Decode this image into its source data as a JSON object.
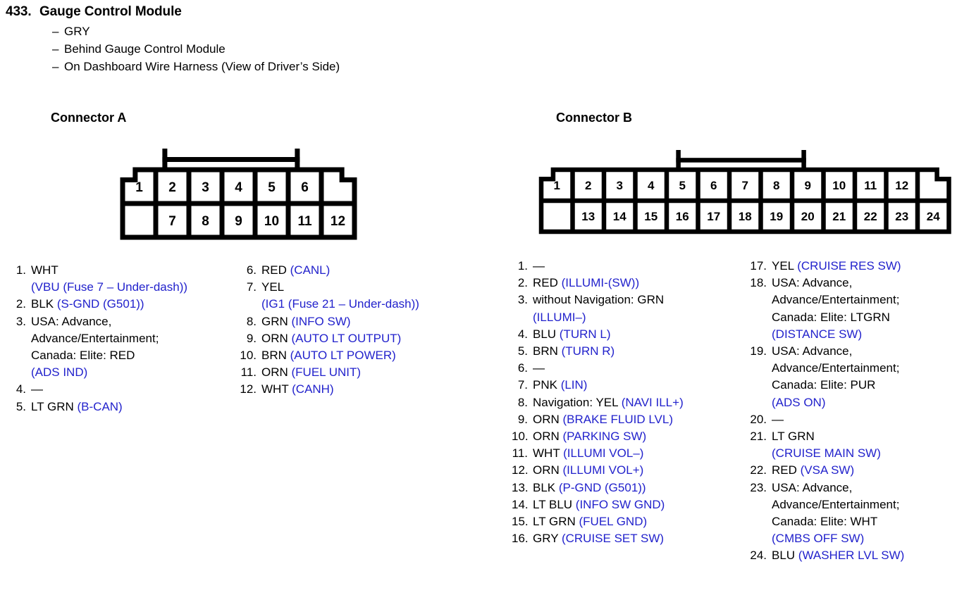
{
  "header": {
    "number": "433.",
    "title": "Gauge Control Module",
    "notes": [
      "GRY",
      "Behind Gauge Control Module",
      "On Dashboard Wire Harness (View of Driver’s Side)"
    ],
    "dash": "–"
  },
  "colors": {
    "signal_blue": "#2222cc",
    "text_black": "#000000",
    "background": "#ffffff"
  },
  "connector_a": {
    "heading": "Connector A",
    "top_row": [
      "1",
      "2",
      "3",
      "4",
      "5",
      "6"
    ],
    "bottom_row": [
      "7",
      "8",
      "9",
      "10",
      "11",
      "12"
    ],
    "pins": [
      {
        "n": "1.",
        "lines": [
          {
            "wire": "WHT",
            "sig": ""
          },
          {
            "wire": "",
            "sig": "(VBU (Fuse 7 – Under-dash))"
          }
        ]
      },
      {
        "n": "2.",
        "lines": [
          {
            "wire": "BLK ",
            "sig": "(S-GND (G501))"
          }
        ]
      },
      {
        "n": "3.",
        "lines": [
          {
            "wire": "USA: Advance,",
            "sig": ""
          },
          {
            "wire": "Advance/Entertainment;",
            "sig": ""
          },
          {
            "wire": "Canada: Elite: RED",
            "sig": ""
          },
          {
            "wire": "",
            "sig": "(ADS IND)"
          }
        ]
      },
      {
        "n": "4.",
        "lines": [
          {
            "wire": "—",
            "sig": ""
          }
        ]
      },
      {
        "n": "5.",
        "lines": [
          {
            "wire": "LT GRN ",
            "sig": "(B-CAN)"
          }
        ]
      },
      {
        "n": "6.",
        "lines": [
          {
            "wire": "RED ",
            "sig": "(CANL)"
          }
        ]
      },
      {
        "n": "7.",
        "lines": [
          {
            "wire": "YEL",
            "sig": ""
          },
          {
            "wire": "",
            "sig": "(IG1 (Fuse 21 – Under-dash))"
          }
        ]
      },
      {
        "n": "8.",
        "lines": [
          {
            "wire": "GRN ",
            "sig": "(INFO SW)"
          }
        ]
      },
      {
        "n": "9.",
        "lines": [
          {
            "wire": "ORN ",
            "sig": "(AUTO LT OUTPUT)"
          }
        ]
      },
      {
        "n": "10.",
        "lines": [
          {
            "wire": "BRN ",
            "sig": "(AUTO LT POWER)"
          }
        ]
      },
      {
        "n": "11.",
        "lines": [
          {
            "wire": "ORN ",
            "sig": "(FUEL UNIT)"
          }
        ]
      },
      {
        "n": "12.",
        "lines": [
          {
            "wire": "WHT ",
            "sig": "(CANH)"
          }
        ]
      }
    ]
  },
  "connector_b": {
    "heading": "Connector B",
    "top_row": [
      "1",
      "2",
      "3",
      "4",
      "5",
      "6",
      "7",
      "8",
      "9",
      "10",
      "11",
      "12"
    ],
    "bottom_row": [
      "13",
      "14",
      "15",
      "16",
      "17",
      "18",
      "19",
      "20",
      "21",
      "22",
      "23",
      "24"
    ],
    "pins": [
      {
        "n": "1.",
        "lines": [
          {
            "wire": "—",
            "sig": ""
          }
        ]
      },
      {
        "n": "2.",
        "lines": [
          {
            "wire": "RED ",
            "sig": "(ILLUMI-(SW))"
          }
        ]
      },
      {
        "n": "3.",
        "lines": [
          {
            "wire": "without Navigation: GRN",
            "sig": ""
          },
          {
            "wire": "",
            "sig": "(ILLUMI–)"
          }
        ]
      },
      {
        "n": "4.",
        "lines": [
          {
            "wire": "BLU ",
            "sig": "(TURN L)"
          }
        ]
      },
      {
        "n": "5.",
        "lines": [
          {
            "wire": "BRN ",
            "sig": "(TURN R)"
          }
        ]
      },
      {
        "n": "6.",
        "lines": [
          {
            "wire": "—",
            "sig": ""
          }
        ]
      },
      {
        "n": "7.",
        "lines": [
          {
            "wire": "PNK ",
            "sig": "(LIN)"
          }
        ]
      },
      {
        "n": "8.",
        "lines": [
          {
            "wire": "Navigation: YEL ",
            "sig": "(NAVI ILL+)"
          }
        ]
      },
      {
        "n": "9.",
        "lines": [
          {
            "wire": "ORN ",
            "sig": "(BRAKE FLUID LVL)"
          }
        ]
      },
      {
        "n": "10.",
        "lines": [
          {
            "wire": "ORN ",
            "sig": "(PARKING SW)"
          }
        ]
      },
      {
        "n": "11.",
        "lines": [
          {
            "wire": "WHT ",
            "sig": "(ILLUMI VOL–)"
          }
        ]
      },
      {
        "n": "12.",
        "lines": [
          {
            "wire": "ORN ",
            "sig": "(ILLUMI VOL+)"
          }
        ]
      },
      {
        "n": "13.",
        "lines": [
          {
            "wire": "BLK ",
            "sig": "(P-GND (G501))"
          }
        ]
      },
      {
        "n": "14.",
        "lines": [
          {
            "wire": "LT BLU ",
            "sig": "(INFO SW GND)"
          }
        ]
      },
      {
        "n": "15.",
        "lines": [
          {
            "wire": "LT GRN ",
            "sig": "(FUEL GND)"
          }
        ]
      },
      {
        "n": "16.",
        "lines": [
          {
            "wire": "GRY ",
            "sig": "(CRUISE SET SW)"
          }
        ]
      },
      {
        "n": "17.",
        "lines": [
          {
            "wire": "YEL ",
            "sig": "(CRUISE RES SW)"
          }
        ]
      },
      {
        "n": "18.",
        "lines": [
          {
            "wire": "USA: Advance,",
            "sig": ""
          },
          {
            "wire": "Advance/Entertainment;",
            "sig": ""
          },
          {
            "wire": "Canada: Elite: LTGRN",
            "sig": ""
          },
          {
            "wire": "",
            "sig": "(DISTANCE SW)"
          }
        ]
      },
      {
        "n": "19.",
        "lines": [
          {
            "wire": "USA: Advance,",
            "sig": ""
          },
          {
            "wire": "Advance/Entertainment;",
            "sig": ""
          },
          {
            "wire": "Canada: Elite: PUR",
            "sig": ""
          },
          {
            "wire": "",
            "sig": "(ADS ON)"
          }
        ]
      },
      {
        "n": "20.",
        "lines": [
          {
            "wire": "—",
            "sig": ""
          }
        ]
      },
      {
        "n": "21.",
        "lines": [
          {
            "wire": "LT GRN",
            "sig": ""
          },
          {
            "wire": "",
            "sig": "(CRUISE MAIN SW)"
          }
        ]
      },
      {
        "n": "22.",
        "lines": [
          {
            "wire": "RED ",
            "sig": "(VSA SW)"
          }
        ]
      },
      {
        "n": "23.",
        "lines": [
          {
            "wire": "USA: Advance,",
            "sig": ""
          },
          {
            "wire": "Advance/Entertainment;",
            "sig": ""
          },
          {
            "wire": "Canada: Elite: WHT",
            "sig": ""
          },
          {
            "wire": "",
            "sig": "(CMBS OFF SW)"
          }
        ]
      },
      {
        "n": "24.",
        "lines": [
          {
            "wire": "BLU ",
            "sig": "(WASHER LVL SW)"
          }
        ]
      }
    ]
  }
}
